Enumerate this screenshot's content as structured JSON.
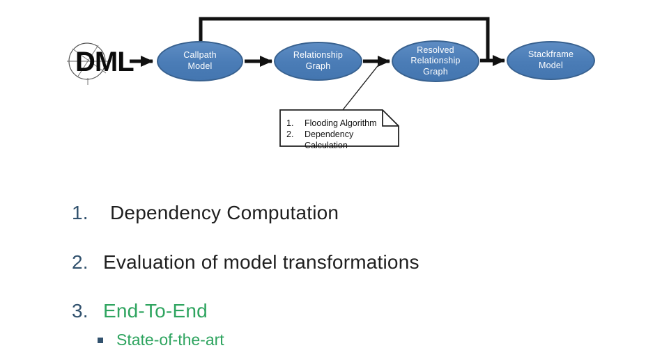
{
  "diagram": {
    "logo_text": "DML",
    "nodes": [
      {
        "label": "Callpath\nModel"
      },
      {
        "label": "Relationship\nGraph"
      },
      {
        "label": "Resolved\nRelationship\nGraph"
      },
      {
        "label": "Stackframe\nModel"
      }
    ],
    "note": {
      "items": [
        {
          "number": "1.",
          "text": "Flooding Algorithm"
        },
        {
          "number": "2.",
          "text": "Dependency Calculation"
        }
      ]
    },
    "colors": {
      "node_fill": "#4a7cb6",
      "node_border": "#38618f",
      "node_text": "#ffffff",
      "line": "#111111"
    }
  },
  "list": {
    "items": [
      {
        "number": "1.",
        "text": "Dependency Computation"
      },
      {
        "number": "2.",
        "text": "Evaluation of model transformations"
      },
      {
        "number": "3.",
        "text": "End-To-End"
      }
    ],
    "sub_items": [
      {
        "text": "State-of-the-art"
      }
    ],
    "colors": {
      "number": "#32526e",
      "item_text": "#1f1f1f",
      "highlight_green": "#2ea45f"
    }
  }
}
